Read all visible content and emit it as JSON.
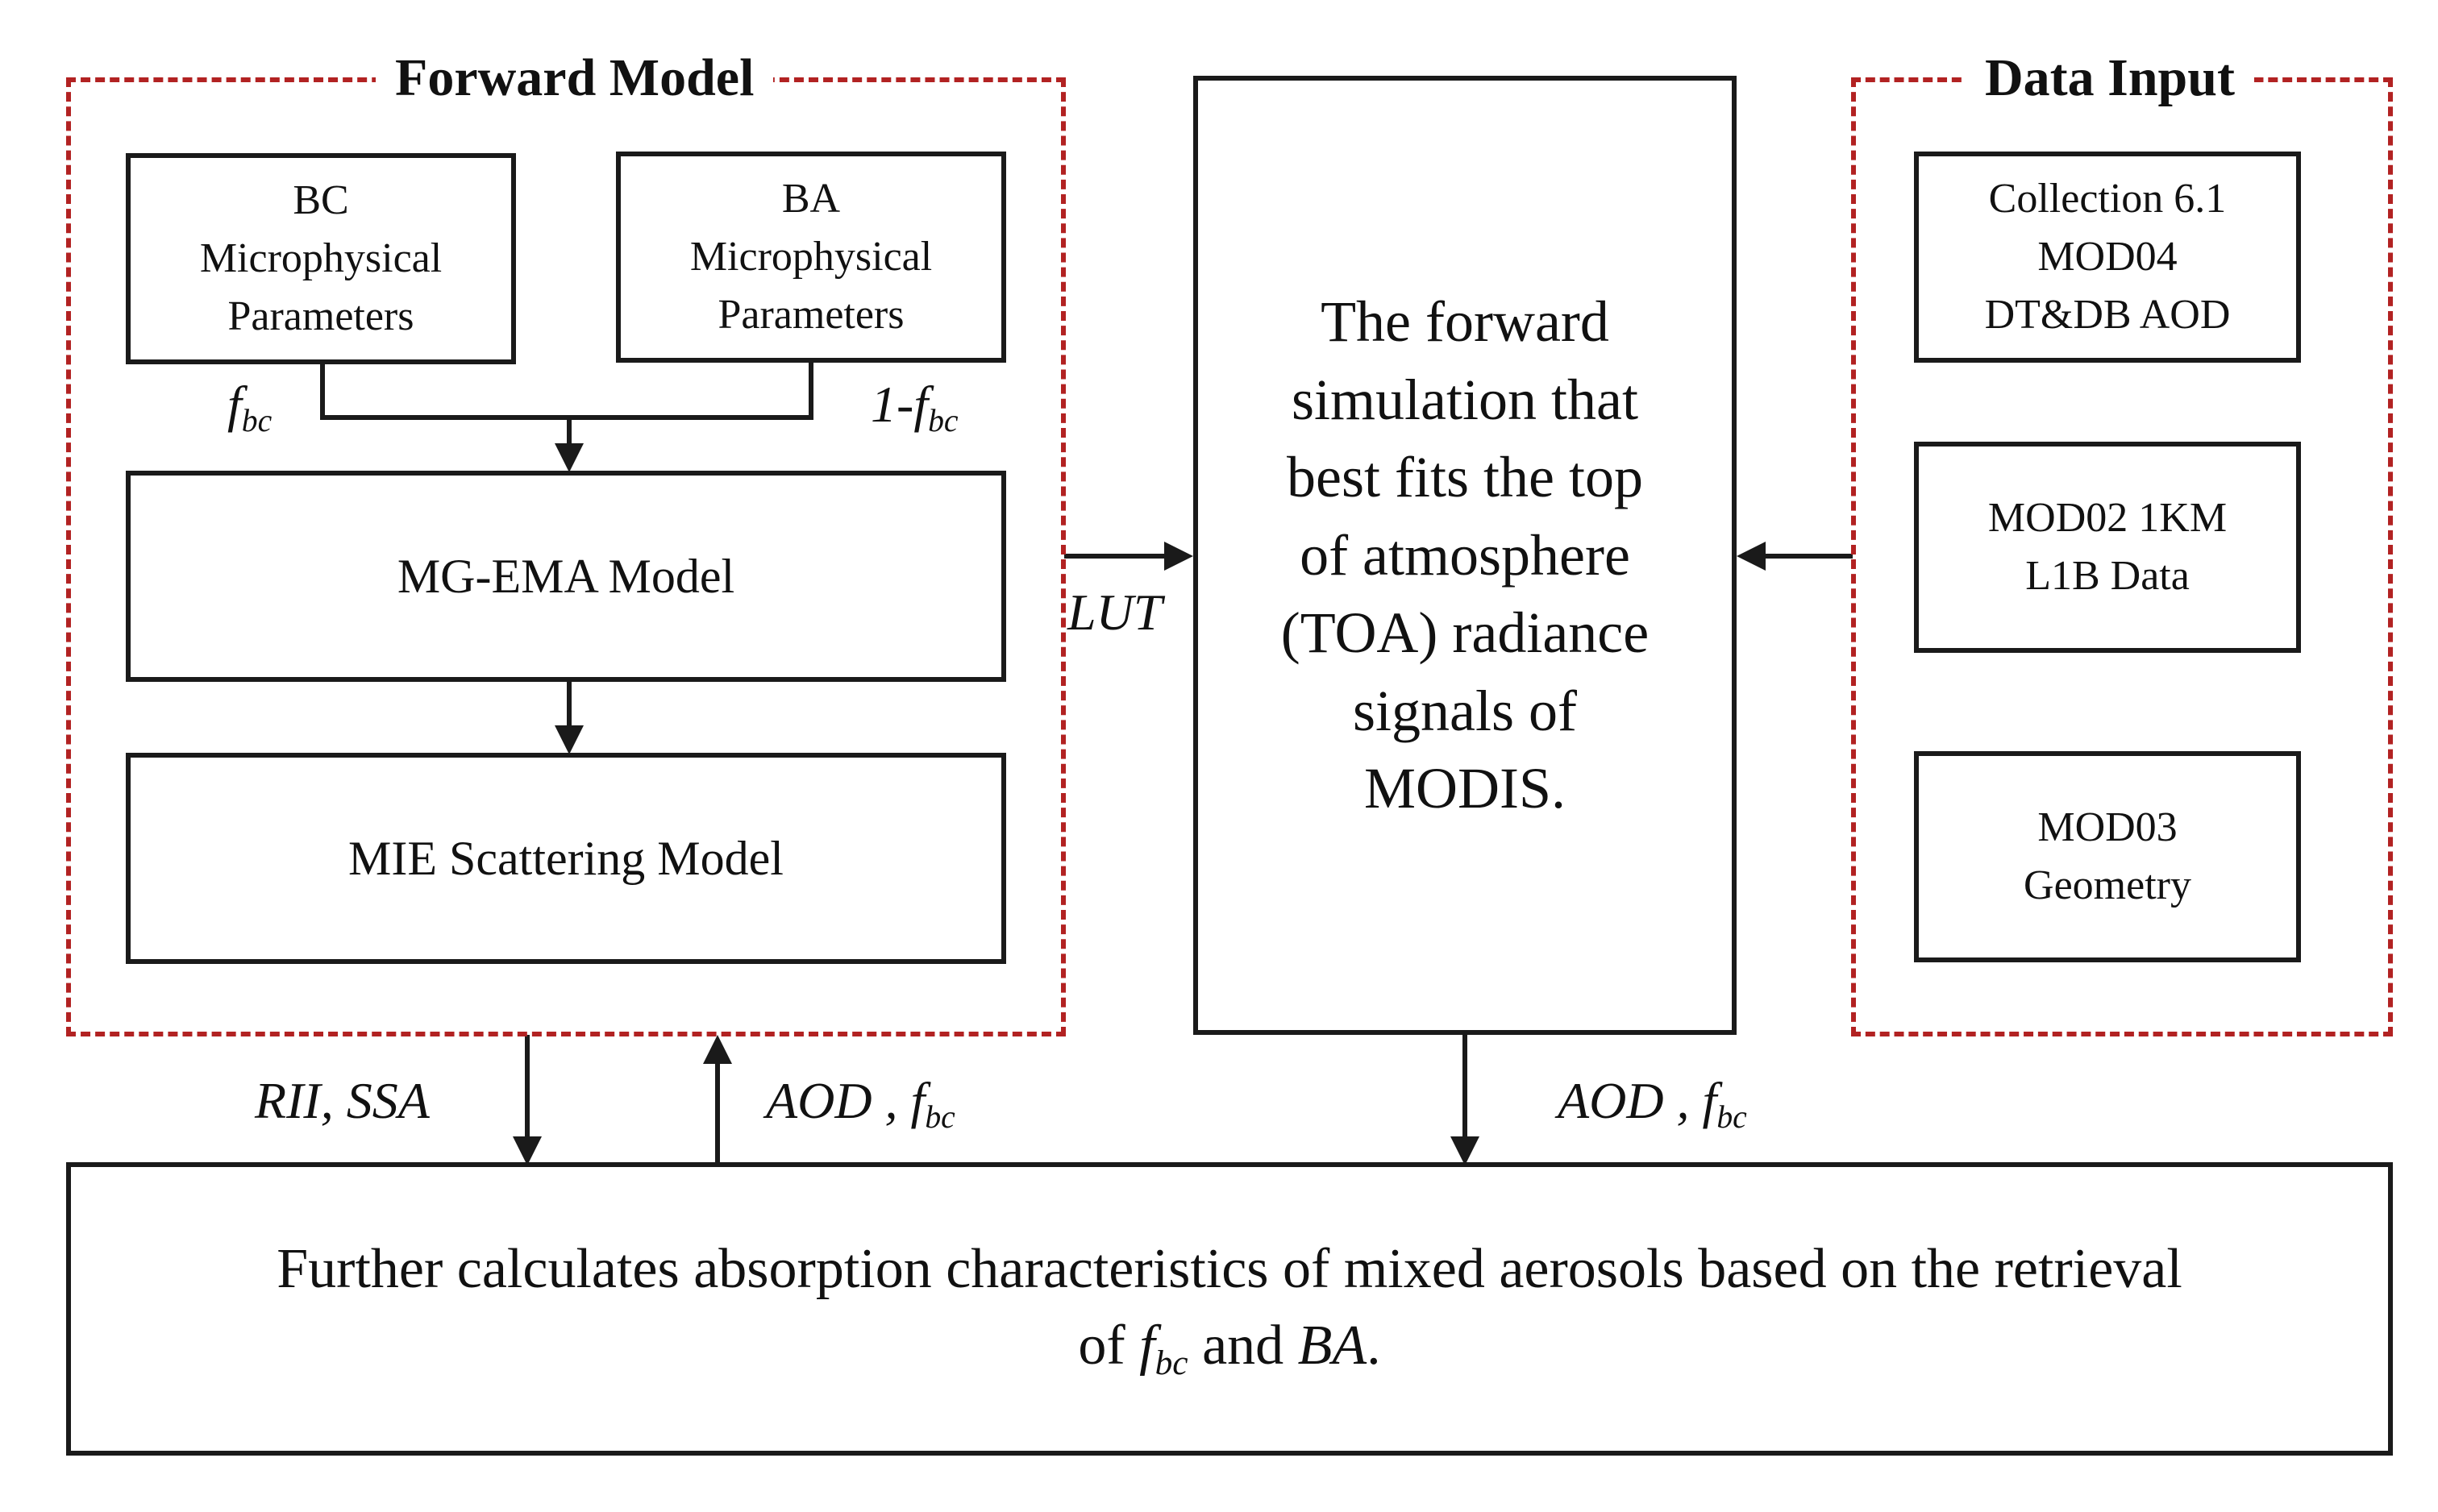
{
  "forward_model": {
    "title": "Forward Model",
    "bc_box": [
      "BC",
      "Microphysical",
      "Parameters"
    ],
    "ba_box": [
      "BA",
      "Microphysical",
      "Parameters"
    ],
    "mgema": "MG-EMA Model",
    "mie": "MIE Scattering Model",
    "fbc_base": "f",
    "fbc_sub": "bc",
    "one_minus_fbc_base": "1-f",
    "one_minus_fbc_sub": "bc"
  },
  "center": {
    "text": "The forward simulation that best fits the top of atmosphere (TOA) radiance signals of MODIS.",
    "lines": [
      "The forward",
      "simulation that",
      "best fits the top",
      "of atmosphere",
      "(TOA) radiance",
      "signals of",
      "MODIS."
    ]
  },
  "data_input": {
    "title": "Data Input",
    "box1": [
      "Collection 6.1",
      "MOD04",
      "DT&DB AOD"
    ],
    "box2": [
      "MOD02 1KM",
      "L1B Data"
    ],
    "box3": [
      "MOD03",
      "Geometry"
    ]
  },
  "labels": {
    "lut": "LUT",
    "rii_ssa": "RII, SSA",
    "aod_left": "AOD , ",
    "aod_right": "AOD , ",
    "f_base": "f",
    "f_sub": "bc"
  },
  "bottom": {
    "line1": "Further calculates absorption characteristics of mixed aerosols based on the retrieval",
    "line2_pre": "of ",
    "line2_f": "f",
    "line2_sub": "bc",
    "line2_mid": " and ",
    "line2_ba": "BA",
    "line2_end": "."
  },
  "colors": {
    "dashed_border": "#b22222",
    "line": "#1a1a1a",
    "background": "#ffffff"
  }
}
